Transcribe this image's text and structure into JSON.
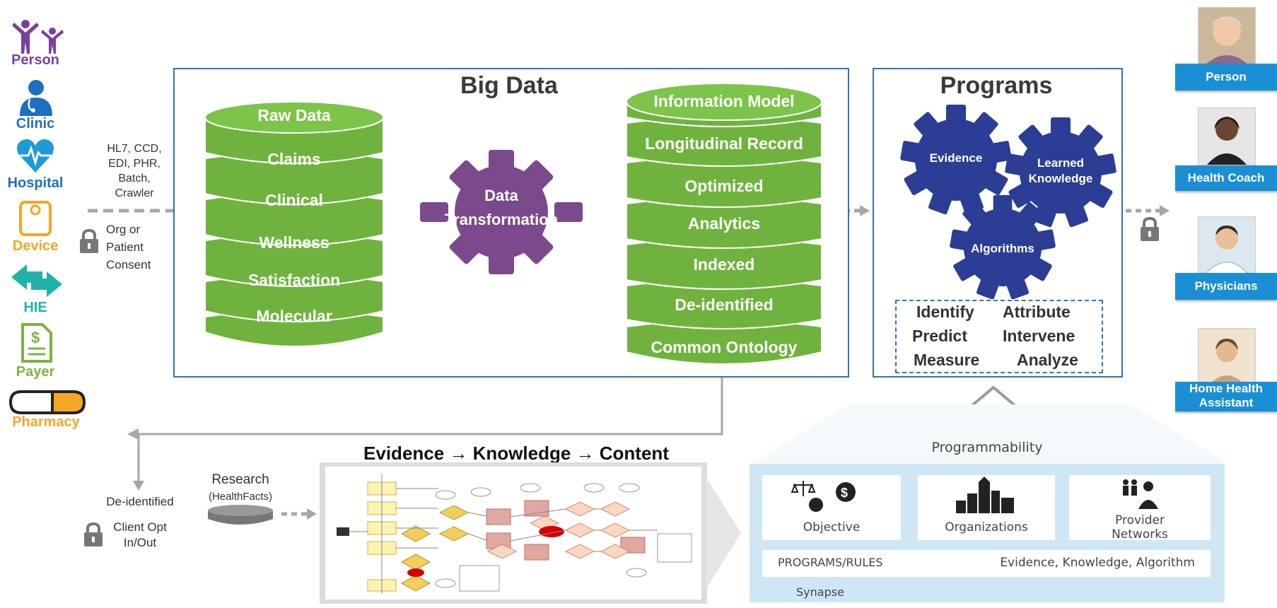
{
  "sources": {
    "person": "Person",
    "clinic": "Clinic",
    "hospital": "Hospital",
    "device": "Device",
    "hie": "HIE",
    "payer": "Payer",
    "pharmacy": "Pharmacy"
  },
  "ingest": {
    "formats": [
      "HL7, CCD,",
      "EDI, PHR,",
      "Batch,",
      "Crawler"
    ],
    "consent": [
      "Org or",
      "Patient",
      "Consent"
    ]
  },
  "big_data": {
    "title": "Big Data",
    "raw_stack": [
      "Raw Data",
      "Claims",
      "Clinical",
      "Wellness",
      "Satisfaction",
      "Molecular"
    ],
    "transformation": [
      "Data",
      "Transformation"
    ],
    "model_stack": [
      "Information Model",
      "Longitudinal Record",
      "Optimized",
      "Analytics",
      "Indexed",
      "De-identified",
      "Common Ontology"
    ]
  },
  "programs": {
    "title": "Programs",
    "gears": {
      "evidence": "Evidence",
      "learned": [
        "Learned",
        "Knowledge"
      ],
      "algorithms": "Algorithms"
    },
    "actions": [
      [
        "Identify",
        "Attribute"
      ],
      [
        "Predict",
        "Intervene"
      ],
      [
        "Measure",
        "Analyze"
      ]
    ]
  },
  "recipients": [
    {
      "label": "Person",
      "label2": ""
    },
    {
      "label": "Health Coach",
      "label2": ""
    },
    {
      "label": "Physicians",
      "label2": ""
    },
    {
      "label": "Home Health",
      "label2": "Assistant"
    }
  ],
  "lower": {
    "deidentified": "De-identified",
    "client_opt": [
      "Client Opt",
      "In/Out"
    ],
    "research": "Research",
    "healthfacts": "(HealthFacts)",
    "ekc_title": "Evidence → Knowledge → Content"
  },
  "synapse": {
    "programmability": "Programmability",
    "objective": "Objective",
    "organizations": "Organizations",
    "provider_networks": [
      "Provider",
      "Networks"
    ],
    "programs_rules": "PROGRAMS/RULES",
    "eka": "Evidence, Knowledge, Algorithm",
    "synapse": "Synapse"
  },
  "colors": {
    "green": "#6fb33e",
    "green_dark": "#5a9a2f",
    "purple": "#7a4a8c",
    "navy": "#2b3d94",
    "blue_border": "#2e75b6",
    "recipient_blue": "#1b8fd6",
    "source_blue": "#1f6fbf",
    "orange": "#f5a623",
    "teal": "#20b2aa",
    "payer_green": "#7cb342",
    "person_purple": "#7b3fa0"
  }
}
